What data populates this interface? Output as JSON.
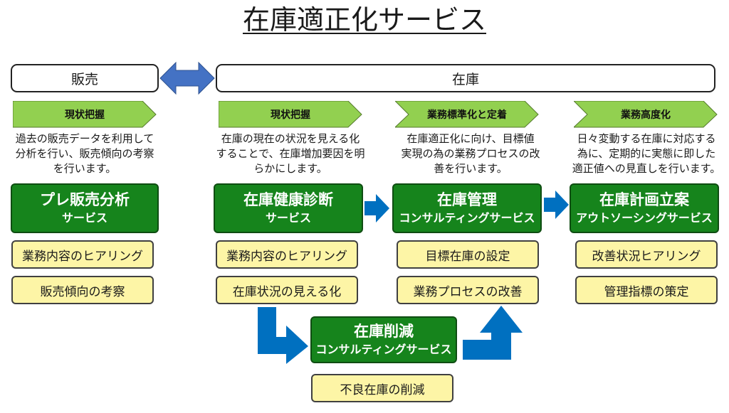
{
  "title": "在庫適正化サービス",
  "headers": {
    "sales": "販売",
    "inventory": "在庫"
  },
  "columns": [
    {
      "stage": "現状把握",
      "description": "過去の販売データを利用して\n分析を行い、販売傾向の考察\nを行います。",
      "service": {
        "line1": "プレ販売分析",
        "line2": "サービス"
      },
      "items": [
        "業務内容のヒアリング",
        "販売傾向の考察"
      ]
    },
    {
      "stage": "現状把握",
      "description": "在庫の現在の状況を見える化\nすることで、在庫増加要因を明\nらかにします。",
      "service": {
        "line1": "在庫健康診断",
        "line2": "サービス"
      },
      "items": [
        "業務内容のヒアリング",
        "在庫状況の見える化"
      ]
    },
    {
      "stage": "業務標準化と定着",
      "description": "在庫適正化に向け、目標値\n実現の為の業務プロセスの改\n善を行います。",
      "service": {
        "line1": "在庫管理",
        "line2": "コンサルティングサービス"
      },
      "items": [
        "目標在庫の設定",
        "業務プロセスの改善"
      ]
    },
    {
      "stage": "業務高度化",
      "description": "日々変動する在庫に対応する\n為に、定期的に実態に即した\n適正値への見直しを行います。",
      "service": {
        "line1": "在庫計画立案",
        "line2": "アウトソーシングサービス"
      },
      "items": [
        "改善状況ヒアリング",
        "管理指標の策定"
      ]
    }
  ],
  "reduction": {
    "service": {
      "line1": "在庫削減",
      "line2": "コンサルティングサービス"
    },
    "items": [
      "不良在庫の削減"
    ]
  },
  "colors": {
    "chevron_fill": "#92d050",
    "service_fill": "#16841c",
    "item_fill": "#fdf5a6",
    "arrow_blue": "#0070c0",
    "double_arrow": "#4472c4"
  }
}
